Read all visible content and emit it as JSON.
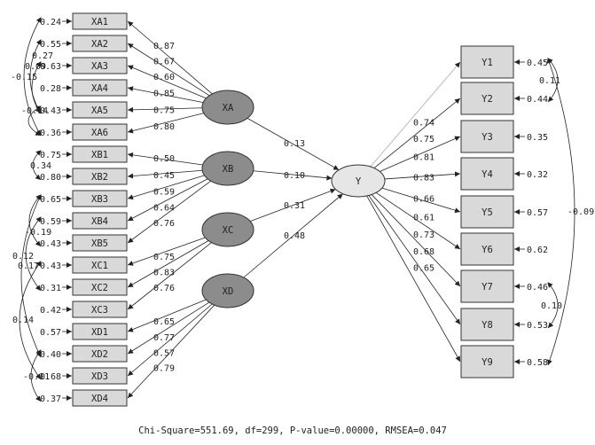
{
  "footer": "Chi-Square=551.69, df=299, P-value=0.00000, RMSEA=0.047",
  "latent": {
    "XA": "XA",
    "XB": "XB",
    "XC": "XC",
    "XD": "XD",
    "Y": "Y"
  },
  "x_indicators": [
    {
      "name": "XA1",
      "latent": "XA",
      "loading": "0.87",
      "error": "0.24"
    },
    {
      "name": "XA2",
      "latent": "XA",
      "loading": "0.67",
      "error": "0.55"
    },
    {
      "name": "XA3",
      "latent": "XA",
      "loading": "0.60",
      "error": "0.63"
    },
    {
      "name": "XA4",
      "latent": "XA",
      "loading": "0.85",
      "error": "0.28"
    },
    {
      "name": "XA5",
      "latent": "XA",
      "loading": "0.75",
      "error": "0.43"
    },
    {
      "name": "XA6",
      "latent": "XA",
      "loading": "0.80",
      "error": "0.36"
    },
    {
      "name": "XB1",
      "latent": "XB",
      "loading": "0.50",
      "error": "0.75"
    },
    {
      "name": "XB2",
      "latent": "XB",
      "loading": "0.45",
      "error": "0.80"
    },
    {
      "name": "XB3",
      "latent": "XB",
      "loading": "0.59",
      "error": "0.65"
    },
    {
      "name": "XB4",
      "latent": "XB",
      "loading": "0.64",
      "error": "0.59"
    },
    {
      "name": "XB5",
      "latent": "XB",
      "loading": "0.76",
      "error": "0.43"
    },
    {
      "name": "XC1",
      "latent": "XC",
      "loading": "0.75",
      "error": "0.43"
    },
    {
      "name": "XC2",
      "latent": "XC",
      "loading": "0.83",
      "error": "0.31"
    },
    {
      "name": "XC3",
      "latent": "XC",
      "loading": "0.76",
      "error": "0.42"
    },
    {
      "name": "XD1",
      "latent": "XD",
      "loading": "0.65",
      "error": "0.57"
    },
    {
      "name": "XD2",
      "latent": "XD",
      "loading": "0.77",
      "error": "0.40"
    },
    {
      "name": "XD3",
      "latent": "XD",
      "loading": "0.57",
      "error": "0.68"
    },
    {
      "name": "XD4",
      "latent": "XD",
      "loading": "0.79",
      "error": "0.37"
    }
  ],
  "y_indicators": [
    {
      "name": "Y1",
      "loading": "0.74",
      "error": "0.45"
    },
    {
      "name": "Y2",
      "loading": "0.75",
      "error": "0.44"
    },
    {
      "name": "Y3",
      "loading": "0.81",
      "error": "0.35"
    },
    {
      "name": "Y4",
      "loading": "0.83",
      "error": "0.32"
    },
    {
      "name": "Y5",
      "loading": "0.66",
      "error": "0.57"
    },
    {
      "name": "Y6",
      "loading": "0.61",
      "error": "0.62"
    },
    {
      "name": "Y7",
      "loading": "0.73",
      "error": "0.46"
    },
    {
      "name": "Y8",
      "loading": "0.68",
      "error": "0.53"
    },
    {
      "name": "Y9",
      "loading": "0.65",
      "error": "0.58"
    }
  ],
  "structural": [
    {
      "from": "XA",
      "coef": "0.13"
    },
    {
      "from": "XB",
      "coef": "0.10"
    },
    {
      "from": "XC",
      "coef": "0.31"
    },
    {
      "from": "XD",
      "coef": "0.48"
    }
  ],
  "error_covariances": [
    {
      "a": "XA2",
      "b": "XA5",
      "value": "0.27"
    },
    {
      "a": "XA1",
      "b": "XA6",
      "value": "-0.15"
    },
    {
      "a": "XA3",
      "b": "XA5",
      "value": "0.09"
    },
    {
      "a": "XA5",
      "b": "XA6",
      "value": "-0.14"
    },
    {
      "a": "XB1",
      "b": "XB2",
      "value": "0.34"
    },
    {
      "a": "XB3",
      "b": "XB5",
      "value": "-0.19"
    },
    {
      "a": "XB3",
      "b": "XD2",
      "value": "0.12"
    },
    {
      "a": "XB4",
      "b": "XC2",
      "value": "0.17"
    },
    {
      "a": "XC1",
      "b": "XD3",
      "value": "0.14"
    },
    {
      "a": "XD2",
      "b": "XD4",
      "value": "-0.11"
    },
    {
      "a": "Y1",
      "b": "Y2",
      "value": "0.11"
    },
    {
      "a": "Y1",
      "b": "Y9",
      "value": "-0.09"
    },
    {
      "a": "Y7",
      "b": "Y8",
      "value": "0.10"
    }
  ]
}
